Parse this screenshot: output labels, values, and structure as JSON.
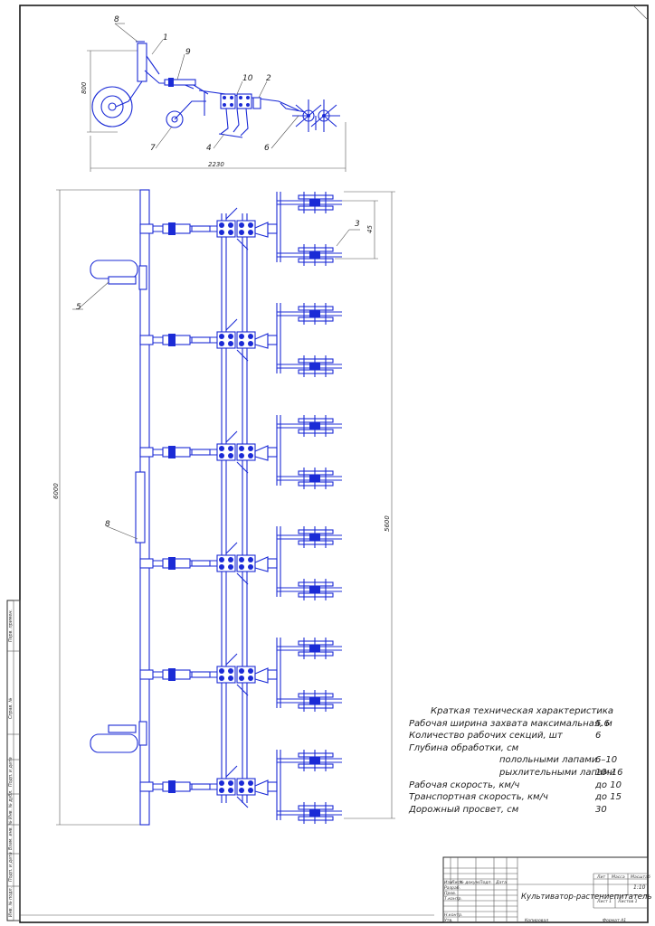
{
  "labels": {
    "side_view": [
      "8",
      "1",
      "9",
      "10",
      "2",
      "7",
      "4",
      "6"
    ],
    "plan_view": [
      "3",
      "5",
      "8"
    ]
  },
  "dimensions": {
    "height": "800",
    "length": "2230",
    "section_offset": "45",
    "overall_width": "6000",
    "working_width": "5600"
  },
  "spec": {
    "title": "Краткая техническая характеристика",
    "rows": [
      {
        "key": "Рабочая ширина захвата максимальная, м",
        "value": "5.6",
        "indent": false
      },
      {
        "key": "Количество рабочих секций, шт",
        "value": "6",
        "indent": false
      },
      {
        "key": "Глубина обработки, см",
        "value": "",
        "indent": false
      },
      {
        "key": "полольными лапами",
        "value": "6–10",
        "indent": true
      },
      {
        "key": "рыхлительными лапами",
        "value": "10–16",
        "indent": true
      },
      {
        "key": "Рабочая скорость, км/ч",
        "value": "до 10",
        "indent": false
      },
      {
        "key": "Транспортная скорость, км/ч",
        "value": "до 15",
        "indent": false
      },
      {
        "key": "Дорожный просвет, см",
        "value": "30",
        "indent": false
      }
    ]
  },
  "title_block": {
    "drawing_title": "Культиватор-растениепитатель",
    "scale": "1:10",
    "sheet": "Лист 1",
    "sheets_total": "Листов 1",
    "col_letter": "Лит",
    "col_mass": "Масса",
    "col_scale": "Масштаб",
    "rev_cols": [
      "Изм",
      "Лист",
      "№ докум.",
      "Подп.",
      "Дата"
    ],
    "role_rows": [
      "Разраб.",
      "Пров.",
      "Т.контр.",
      "",
      "Н.контр.",
      "Утв."
    ],
    "copied": "Копировал",
    "format": "Формат А1"
  },
  "side_stamp": [
    "Перв. примен.",
    "Справ. №",
    "Подп. и дата",
    "Инв. № дубл.",
    "Взам. инв. №",
    "Подп. и дата",
    "Инв. № подл."
  ]
}
